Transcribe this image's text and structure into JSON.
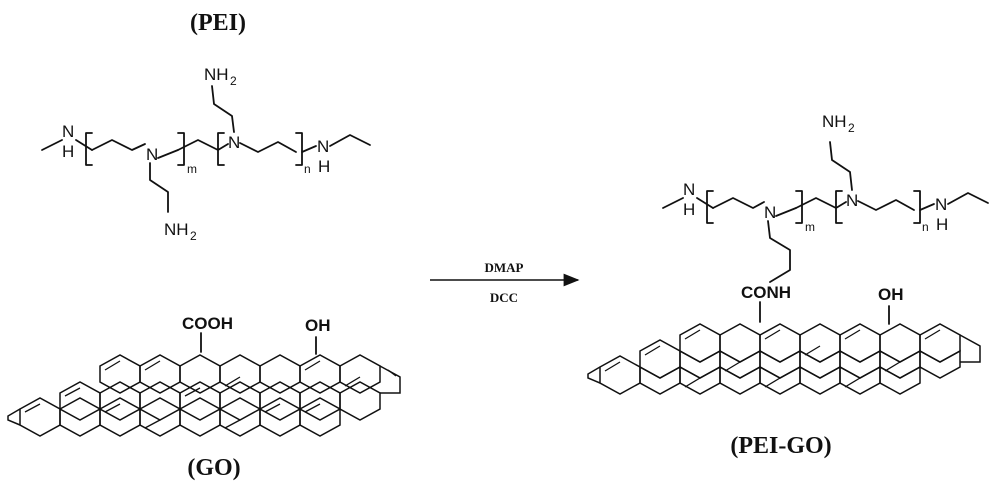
{
  "labels": {
    "pei": "(PEI)",
    "go": "(GO)",
    "pei_go": "(PEI-GO)"
  },
  "reagents": {
    "top": "DMAP",
    "bottom": "DCC"
  },
  "atoms": {
    "nh": "N",
    "h": "H",
    "n": "N",
    "nh2": "NH",
    "sub2": "2",
    "m": "m",
    "n_sub": "n",
    "cooh": "COOH",
    "oh": "OH",
    "conh": "CONH"
  }
}
